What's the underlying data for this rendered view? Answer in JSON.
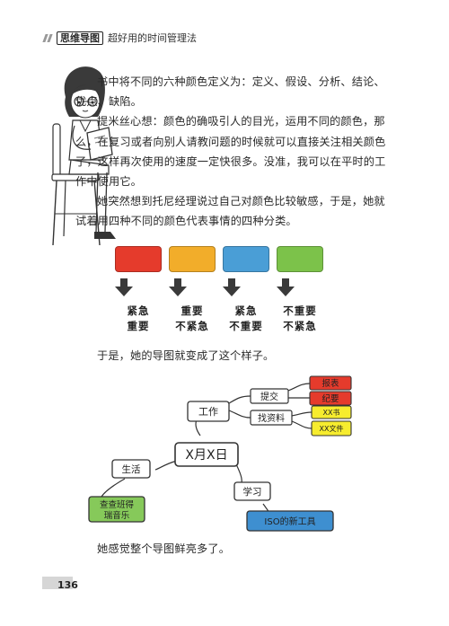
{
  "header": {
    "badge": "思维导图",
    "subtitle": "超好用的时间管理法"
  },
  "paragraphs": [
    "书中将不同的六种颜色定义为：定义、假设、分析、结论、优点、缺陷。",
    "提米丝心想：颜色的确吸引人的目光，运用不同的颜色，那么，在复习或者向别人请教问题的时候就可以直接关注相关颜色了，这样再次使用的速度一定快很多。没准，我可以在平时的工作中使用它。",
    "她突然想到托尼经理说过自己对颜色比较敏感，于是，她就试着用四种不同的颜色代表事情的四种分类。"
  ],
  "categories": [
    {
      "color": "#e53b2c",
      "line1": "紧急",
      "line2": "重要"
    },
    {
      "color": "#f2ad2a",
      "line1": "重要",
      "line2": "不紧急"
    },
    {
      "color": "#4a9ed6",
      "line1": "紧急",
      "line2": "不重要"
    },
    {
      "color": "#7cc24a",
      "line1": "不重要",
      "line2": "不紧急"
    }
  ],
  "after_categories": "于是，她的导图就变成了这个样子。",
  "mindmap": {
    "center": "X月X日",
    "work": "工作",
    "handover": "提交",
    "report": "报表",
    "minutes": "纪要",
    "find_material": "找资料",
    "book": "XX书",
    "document": "XX文件",
    "life": "生活",
    "check_schedule_line1": "查查班得",
    "check_schedule_line2": "瑞音乐",
    "study": "学习",
    "iso": "ISO的新工具",
    "colors": {
      "red": "#e53b2c",
      "yellow": "#f6ec2e",
      "green": "#86c95a",
      "blue": "#3e8fd0"
    }
  },
  "closing": "她感觉整个导图鲜亮多了。",
  "page_number": "136"
}
